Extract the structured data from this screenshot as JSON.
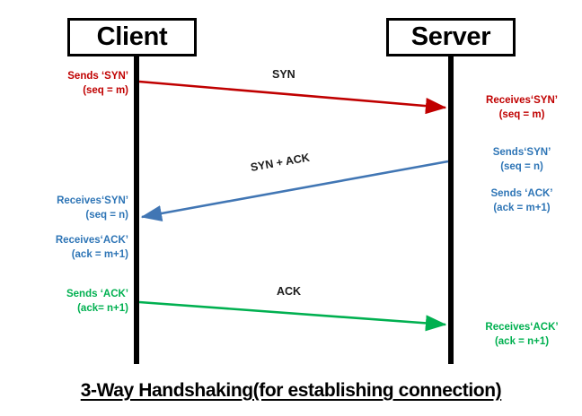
{
  "diagram": {
    "type": "tcp-three-way-handshake-sequence-diagram",
    "caption": "3-Way Handshaking(for establishing connection)",
    "endpoints": {
      "client": "Client",
      "server": "Server"
    },
    "colors": {
      "syn": "#c00000",
      "syn_ack": "#2e75b6",
      "ack": "#00b050",
      "lifeline": "#000000",
      "box_border": "#000000",
      "text": "#000000"
    },
    "messages": [
      {
        "id": "syn",
        "label": "SYN",
        "color": "#c00000",
        "direction": "client-to-server"
      },
      {
        "id": "syn-ack",
        "label": "SYN + ACK",
        "color": "#2e75b6",
        "direction": "server-to-client"
      },
      {
        "id": "ack",
        "label": "ACK",
        "color": "#00b050",
        "direction": "client-to-server"
      }
    ],
    "notes": {
      "client_syn_send": {
        "line1": "Sends ‘SYN’",
        "line2": "(seq = m)"
      },
      "client_syn_recv": {
        "line1": "Receives‘SYN’",
        "line2": "(seq = n)"
      },
      "client_ack_recv": {
        "line1": "Receives‘ACK’",
        "line2": "(ack = m+1)"
      },
      "client_ack_send": {
        "line1": "Sends ‘ACK’",
        "line2": "(ack= n+1)"
      },
      "server_syn_recv": {
        "line1": "Receives‘SYN’",
        "line2": "(seq = m)"
      },
      "server_syn_send": {
        "line1": "Sends‘SYN’",
        "line2": "(seq = n)"
      },
      "server_ack_send": {
        "line1": "Sends ‘ACK’",
        "line2": "(ack = m+1)"
      },
      "server_ack_recv": {
        "line1": "Receives‘ACK’",
        "line2": "(ack = n+1)"
      }
    }
  }
}
